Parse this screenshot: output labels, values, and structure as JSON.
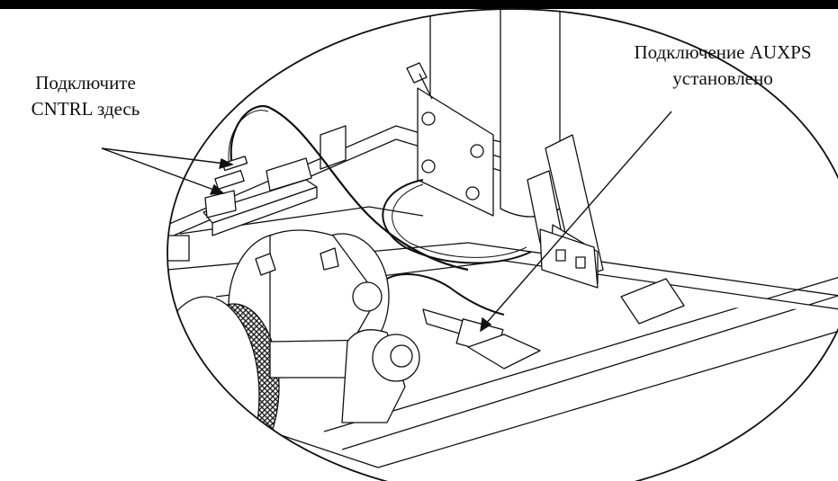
{
  "callouts": {
    "left": {
      "line1": "Подключите",
      "line2": "CNTRL здесь"
    },
    "right": {
      "line1": "Подключение AUXPS",
      "line2": "установлено"
    }
  },
  "colors": {
    "stroke": "#111111",
    "background": "#ffffff",
    "top_bar": "#000000"
  }
}
